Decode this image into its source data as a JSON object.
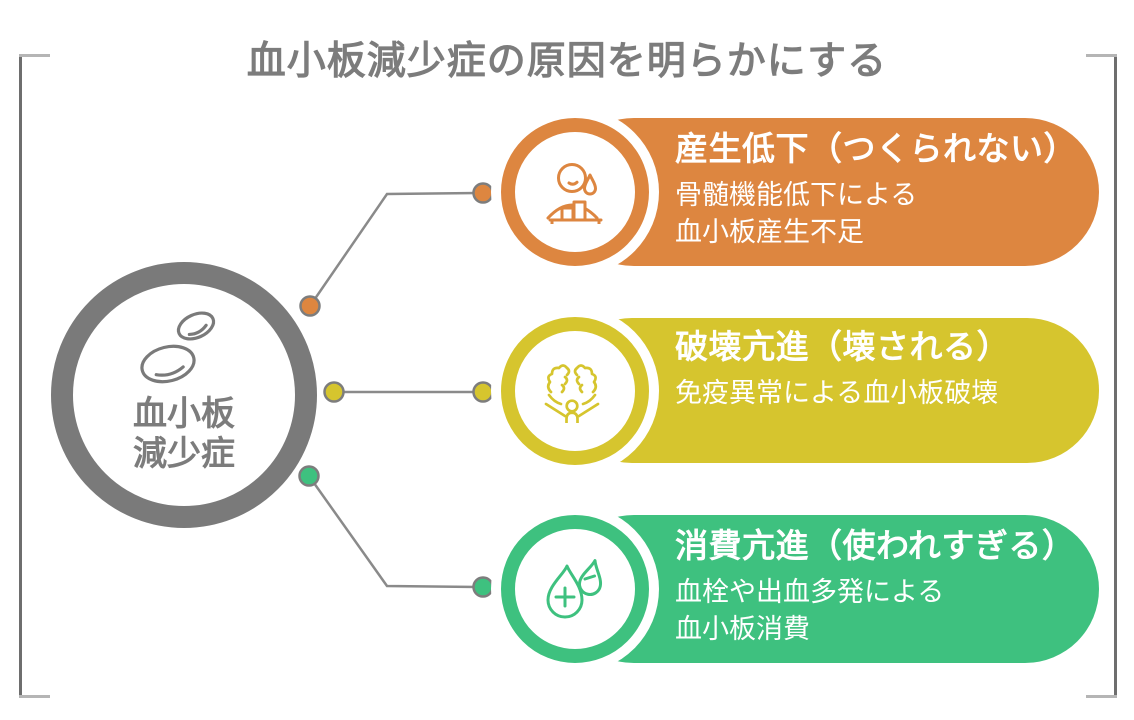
{
  "title": "血小板減少症の原因を明らかにする",
  "colors": {
    "orange": "#DD8640",
    "yellow": "#D6C52E",
    "green": "#3EC17F",
    "ring_gray": "#7A7A7A",
    "text_gray": "#7C7C7C",
    "connector_gray": "#8A8A8A",
    "card_text": "#FFFFFF"
  },
  "center": {
    "label_line1": "血小板",
    "label_line2": "減少症",
    "icon": "platelets-icon"
  },
  "causes": [
    {
      "title": "産生低下（つくられない）",
      "description_line1": "骨髄機能低下による",
      "description_line2": "血小板産生不足",
      "color": "#DD8640",
      "icon": "person-low-production-icon"
    },
    {
      "title": "破壊亢進（壊される）",
      "description_line1": "免疫異常による血小板破壊",
      "color": "#D6C52E",
      "icon": "immune-attack-icon"
    },
    {
      "title": "消費亢進（使われすぎる）",
      "description_line1": "血栓や出血多発による",
      "description_line2": "血小板消費",
      "color": "#3EC17F",
      "icon": "plus-minus-drops-icon"
    }
  ]
}
